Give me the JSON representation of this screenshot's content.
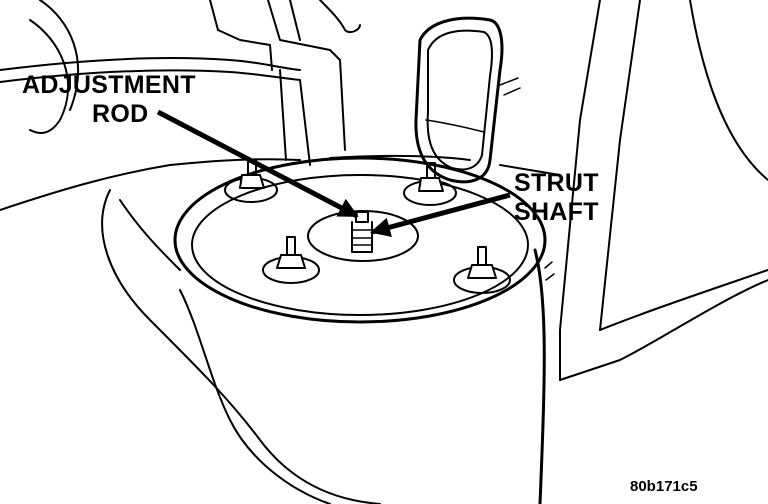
{
  "labels": {
    "adjustment_rod_line1": "ADJUSTMENT",
    "adjustment_rod_line2": "ROD",
    "strut_shaft_line1": "STRUT",
    "strut_shaft_line2": "SHAFT"
  },
  "figure_id": "80b171c5",
  "colors": {
    "ink": "#000000",
    "paper": "#ffffff"
  }
}
